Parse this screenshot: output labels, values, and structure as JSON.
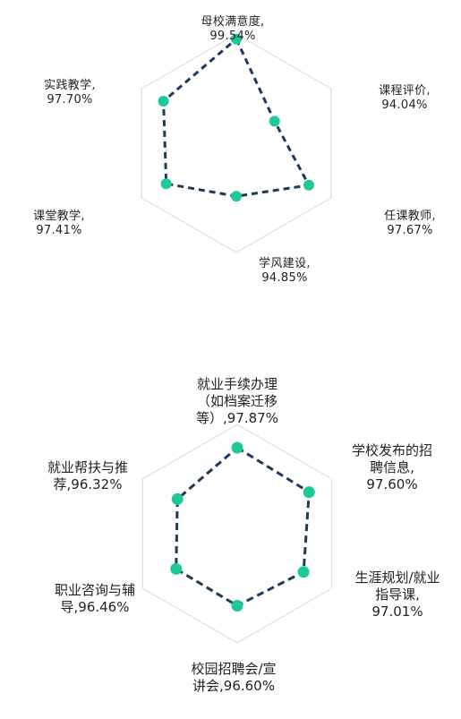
{
  "chart_data": [
    {
      "type": "radar",
      "title": "",
      "series_color": "#1d3a5c",
      "marker_color": "#1fc897",
      "grid_color": "#d8d8d8",
      "range": [
        90,
        100
      ],
      "axes": [
        {
          "label": "母校满意度,",
          "value_text": "99.54%",
          "value": 99.54
        },
        {
          "label": "课程评价,",
          "value_text": "94.04%",
          "value": 94.04
        },
        {
          "label": "任课教师,",
          "value_text": "97.67%",
          "value": 97.67
        },
        {
          "label": "学风建设,",
          "value_text": "94.85%",
          "value": 94.85
        },
        {
          "label": "课堂教学,",
          "value_text": "97.41%",
          "value": 97.41
        },
        {
          "label": "实践教学,",
          "value_text": "97.70%",
          "value": 97.7
        }
      ]
    },
    {
      "type": "radar",
      "title": "",
      "series_color": "#1d3a5c",
      "marker_color": "#1fc897",
      "grid_color": "#d8d8d8",
      "range": [
        90,
        100
      ],
      "axes": [
        {
          "label_lines": [
            "就业手续办理",
            "（如档案迁移",
            "等）,97.87%"
          ],
          "value": 97.87
        },
        {
          "label_lines": [
            "学校发布的招",
            "聘信息,",
            "97.60%"
          ],
          "value": 97.6
        },
        {
          "label_lines": [
            "生涯规划/就业",
            "指导课,",
            "97.01%"
          ],
          "value": 97.01
        },
        {
          "label_lines": [
            "校园招聘会/宣",
            "讲会,96.60%"
          ],
          "value": 96.6
        },
        {
          "label_lines": [
            "职业咨询与辅",
            "导,96.46%"
          ],
          "value": 96.46
        },
        {
          "label_lines": [
            "就业帮扶与推",
            "荐,96.32%"
          ],
          "value": 96.32
        }
      ]
    }
  ]
}
